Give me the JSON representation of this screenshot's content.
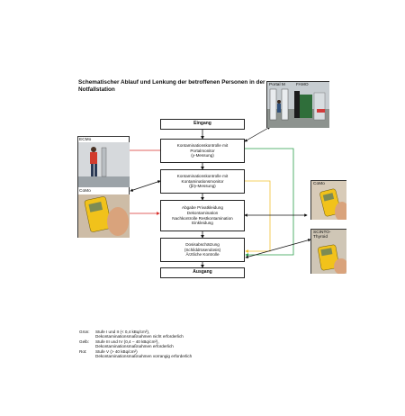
{
  "title": "Schematischer Ablauf und Lenkung der betroffenen Personen in der Notfallstation",
  "flow": {
    "eingang": "Eingang",
    "step1": [
      "Kontaminationskontrolle mit",
      "Portalmonitor",
      "(γ-Messung)"
    ],
    "step2": [
      "Kontaminationskontrolle mit",
      "Kontaminationsmonitor",
      "(β/γ-Messung)"
    ],
    "step3": [
      "Abgabe Privatkleidung",
      "Dekontamination",
      "Nachkontrolle Restkontamination",
      "Einkleidung"
    ],
    "step4": [
      "Dosisabschätzung",
      "(Schilddrüsendosis)",
      "Ärztliche Kontrolle"
    ],
    "ausgang": "Ausgang"
  },
  "devices": {
    "portal_m": "Portal M",
    "famo": "FAMO",
    "ecmo": "ECMo",
    "como_left": "CoMo",
    "como_right": "CoMo",
    "scinto": [
      "SCINTO-",
      "Thyroid"
    ]
  },
  "legend": [
    {
      "label": "Grün:",
      "lines": [
        "Stufe I und II (< 0,4 kBq/cm²),",
        "Dekontaminationsmaßnahmen nicht erforderlich"
      ]
    },
    {
      "label": "Gelb:",
      "lines": [
        "Stufe III und IV (0,4 – 40 kBq/cm²),",
        "Dekontaminationsmaßnahmen erforderlich"
      ]
    },
    {
      "label": "Rot:",
      "lines": [
        "Stufe V (> 40 kBq/cm²)",
        "Dekontaminationsmaßnahmen vorrangig erforderlich"
      ]
    }
  ],
  "colors": {
    "green": "#2a9d4a",
    "yellow": "#f2c230",
    "red": "#d9302c",
    "arrow": "#111111"
  }
}
